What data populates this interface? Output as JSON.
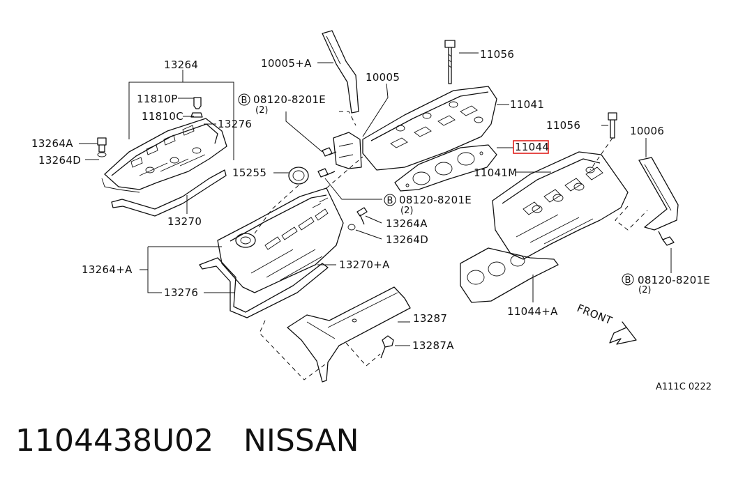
{
  "caption": {
    "part_number": "1104438U02",
    "brand": "NISSAN"
  },
  "diagram_code": "A111C 0222",
  "direction_label": "FRONT",
  "highlight_color": "#e0201c",
  "callouts": {
    "c13264": "13264",
    "c11810p": "11810P",
    "c11810c": "11810C",
    "c13276_top": "13276",
    "c13264a_left": "13264A",
    "c13264d_left": "13264D",
    "c13270_top": "13270",
    "c10005a": "10005+A",
    "c10005": "10005",
    "c08120_top": "08120-8201E",
    "c08120_top_qty": "(2)",
    "c15255": "15255",
    "c08120_mid": "08120-8201E",
    "c08120_mid_qty": "(2)",
    "c13264a_mid": "13264A",
    "c13264d_mid": "13264D",
    "c13264_plus_a": "13264+A",
    "c13270_plus_a": "13270+A",
    "c13276_bottom": "13276",
    "c13287": "13287",
    "c13287a": "13287A",
    "c11056_top": "11056",
    "c11041": "11041",
    "c11056_right": "11056",
    "c11044": "11044",
    "c11041m": "11041M",
    "c10006": "10006",
    "c08120_right": "08120-8201E",
    "c08120_right_qty": "(2)",
    "c11044a": "11044+A"
  },
  "bolt_marker": "B"
}
